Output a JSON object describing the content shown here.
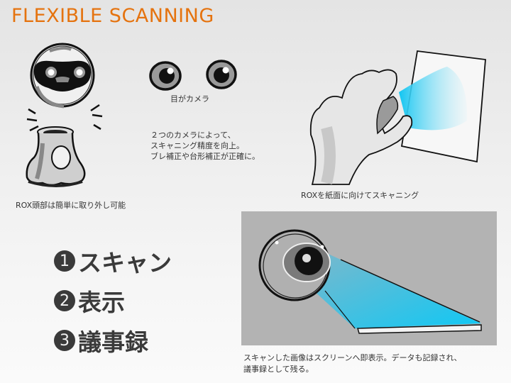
{
  "header": {
    "title": "FLEXIBLE SCANNING"
  },
  "illustrations": {
    "robot": {
      "icon": "rox-robot-detachable-head-illustration",
      "caption": "ROX頭部は簡単に取り外し可能"
    },
    "eyes": {
      "icon": "camera-eyes-illustration",
      "caption": "目がカメラ"
    },
    "hand_scan": {
      "icon": "hand-scanning-paper-illustration",
      "caption": "ROXを紙面に向けてスキャニング"
    },
    "projector": {
      "icon": "eye-projecting-to-screen-illustration",
      "caption_lines": [
        "スキャンした画像はスクリーンへ即表示。データも記録され、",
        "議事録として残る。"
      ]
    }
  },
  "camera_description": {
    "lines": [
      "２つのカメラによって、",
      "スキャニング精度を向上。",
      "ブレ補正や台形補正が正確に。"
    ]
  },
  "steps": [
    {
      "number": "1",
      "label": "スキャン"
    },
    {
      "number": "2",
      "label": "表示"
    },
    {
      "number": "3",
      "label": "議事録"
    }
  ],
  "colors": {
    "title": "#e5730f",
    "text": "#333333",
    "panel": "#b3b3b3",
    "beam": "#1ec8f0"
  }
}
